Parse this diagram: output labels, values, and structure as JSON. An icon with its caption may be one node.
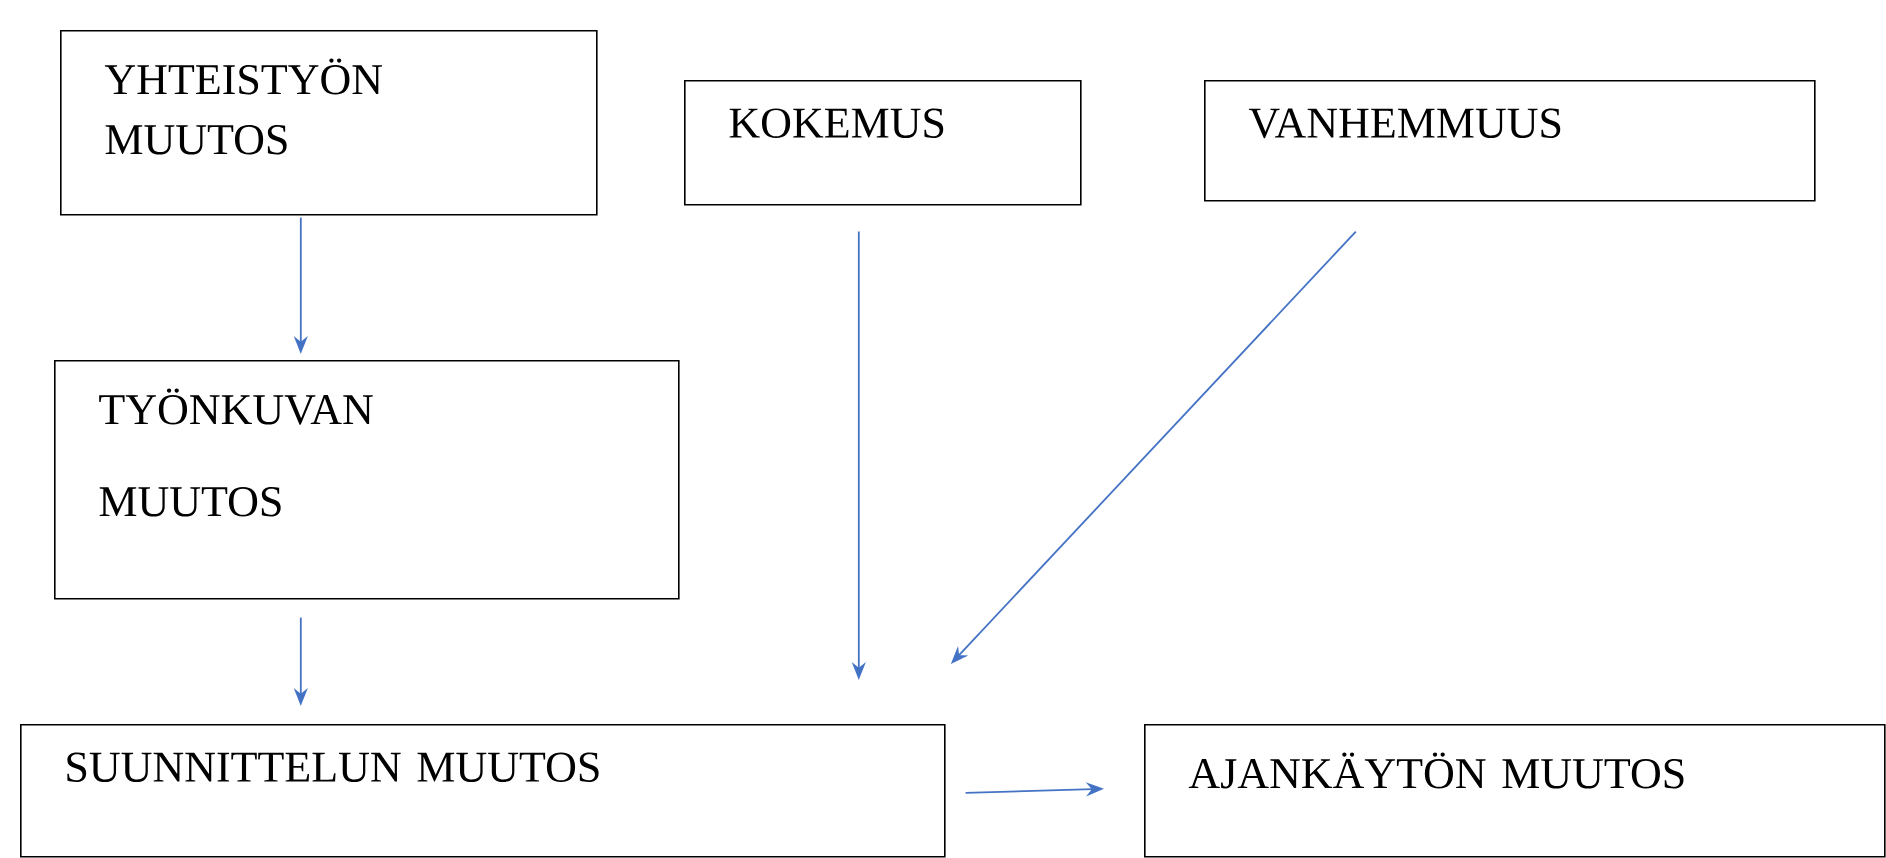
{
  "diagram": {
    "nodes": [
      {
        "text": [
          "YHTEISTYÖN MUUTOS"
        ]
      },
      {
        "text": [
          "KOKEMUS"
        ]
      },
      {
        "text": [
          "VANHEMMUUS"
        ]
      },
      {
        "text": [
          "TYÖNKUVAN MUUTOS"
        ]
      },
      {
        "text": [
          "SUUNNITTELUN MUUTOS"
        ]
      },
      {
        "text": [
          "AJANKÄYTÖN MUUTOS"
        ]
      }
    ],
    "edges": [
      {
        "from": 0,
        "to": 3,
        "arrow": "to"
      },
      {
        "from": 3,
        "to": 4,
        "arrow": "to"
      },
      {
        "from": 1,
        "to": 4,
        "arrow": "to"
      },
      {
        "from": 2,
        "to": 4,
        "arrow": "to"
      },
      {
        "from": 4,
        "to": 5,
        "arrow": "to"
      }
    ]
  }
}
